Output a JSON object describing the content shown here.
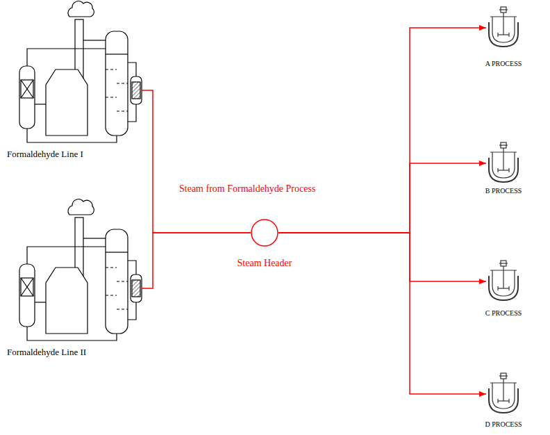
{
  "diagram": {
    "nodes": [
      {
        "text": [
          "Formaldehyde Line I"
        ]
      },
      {
        "text": [
          "Formaldehyde Line II"
        ]
      },
      {
        "text": [
          "Steam Header"
        ]
      },
      {
        "text": [
          "A PROCESS"
        ]
      },
      {
        "text": [
          "B PROCESS"
        ]
      },
      {
        "text": [
          "C PROCESS"
        ]
      },
      {
        "text": [
          "D PROCESS"
        ]
      }
    ],
    "edges": [
      {
        "from": 0,
        "to": 2,
        "arrow": "none"
      },
      {
        "from": 1,
        "to": 2,
        "arrow": "none"
      },
      {
        "from": 2,
        "to": 3,
        "arrow": "to"
      },
      {
        "from": 2,
        "to": 4,
        "arrow": "to"
      },
      {
        "from": 2,
        "to": 5,
        "arrow": "to"
      },
      {
        "from": 2,
        "to": 6,
        "arrow": "to"
      }
    ],
    "labels": [
      "Steam from Formaldehyde Process"
    ]
  }
}
